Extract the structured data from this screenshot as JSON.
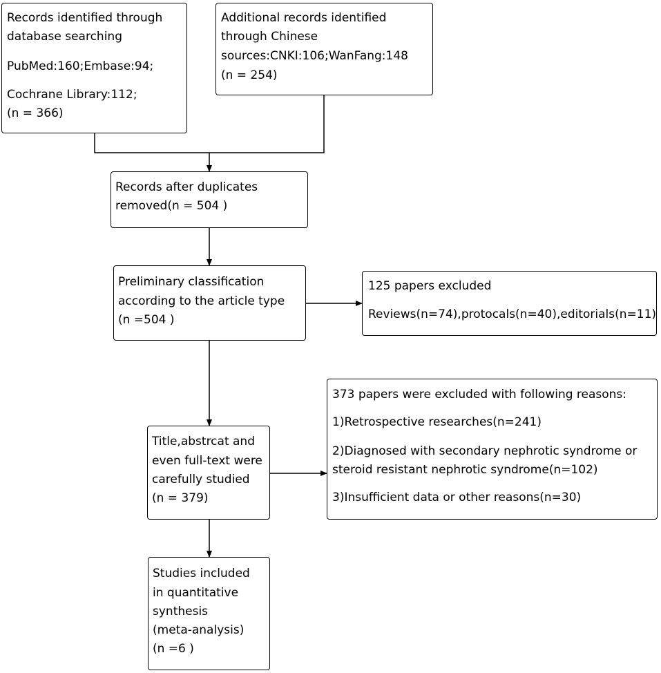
{
  "boxes": {
    "database": {
      "lines": [
        "Records identified through",
        "database searching",
        "PubMed:160;Embase:94;",
        "Cochrane Library:112;",
        "(n = 366)"
      ]
    },
    "additional": {
      "lines": [
        "Additional records identified",
        "through Chinese",
        "sources:CNKI:106;WanFang:148",
        "(n = 254)"
      ]
    },
    "duplicates": {
      "lines": [
        "Records after duplicates",
        "removed(n = 504 )"
      ]
    },
    "preliminary": {
      "lines": [
        "Preliminary classification",
        "according to the article type",
        "(n =504 )"
      ]
    },
    "excluded_125": {
      "lines": [
        "125 papers excluded",
        "Reviews(n=74),protocals(n=40),editorials(n=11)"
      ]
    },
    "title_abstract": {
      "lines": [
        "Title,abstrcat and",
        "even full-text were",
        "carefully studied",
        "(n = 379)"
      ]
    },
    "excluded_373": {
      "lines": [
        "373 papers were excluded with following reasons:",
        "1)Retrospective researches(n=241)",
        "2)Diagnosed with secondary nephrotic syndrome or",
        "steroid resistant nephrotic syndrome(n=102)",
        "3)Insufficient data or other reasons(n=30)"
      ]
    },
    "included": {
      "lines": [
        "Studies included",
        "in quantitative",
        "synthesis",
        "(meta-analysis)",
        "(n =6 )"
      ]
    }
  }
}
